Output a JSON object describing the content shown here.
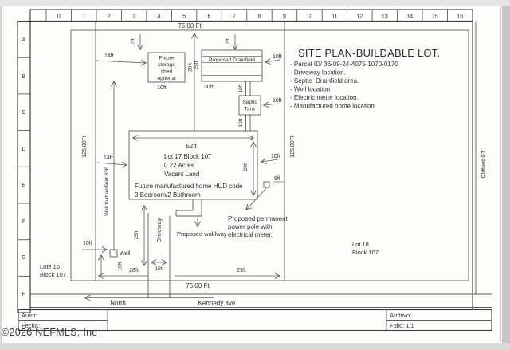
{
  "rulers": {
    "top": [
      "0",
      "1",
      "2",
      "3",
      "4",
      "5",
      "6",
      "7",
      "8",
      "9",
      "10",
      "11",
      "12",
      "13",
      "14",
      "15",
      "16"
    ],
    "left": [
      "A",
      "B",
      "C",
      "D",
      "E",
      "F",
      "G",
      "H"
    ]
  },
  "titlebox": {
    "title": "SITE PLAN-BUILDABLE LOT.",
    "n0": "- Parcel ID/ 36-09-24-4075-1070-0170",
    "n1": "- Driveway location.",
    "n2": "- Septic- Drainfield area.",
    "n3": "- Well location.",
    "n4": "- Electric meter location.",
    "n5": "- Manufactured home location."
  },
  "dims": {
    "top_width": "75.00 Ft",
    "bottom_width": "75.00 Ft",
    "left_depth": "125.00Ft",
    "right_depth": "125.00Ft",
    "shed_top": "7ft",
    "shed_left": "14ft",
    "shed_h": "20ft",
    "shed_w": "10ft",
    "df_top": "7ft",
    "df_h": "25ft",
    "df_w": "30ft",
    "df_right": "10ft",
    "pipe1": "10ft",
    "septic_right": "10ft",
    "pipe2": "10ft",
    "house_w": "52ft",
    "house_h": "28ft",
    "house_left": "14ft",
    "house_right": "10ft",
    "meter": "9ft",
    "wall": "Wall to drainfield 83F",
    "well_left": "10ft",
    "well_v": "10ft",
    "drv_len": "25ft",
    "drv_w": "18ft",
    "left_seg": "28ft",
    "right_seg": "29ft"
  },
  "labels": {
    "shed0": "Future",
    "shed1": "storage",
    "shed2": "shed",
    "shed3": "optional",
    "drainfield": "Proposed Drainfield",
    "septic0": "Septic",
    "septic1": "Tank",
    "house0": "Lot 17 Block 107",
    "house1": "0.22 Acres",
    "house2": "Vacant Land",
    "house3": "Future manufactured home HUD code",
    "house4": "3 Bedroom/2 Bathroom",
    "well": "Well",
    "driveway": "Driveway",
    "walkway": "Proposed waklway",
    "power0": "Proposed permanent",
    "power1": "power pole with",
    "power2": "electrical meter.",
    "lot16_0": "Lote 16",
    "lot16_1": "Block 107",
    "lot18_0": "Lot 18",
    "lot18_1": "Block 107",
    "clifford": "Clifford ST",
    "kennedy": "Kennedy ave",
    "north": "North"
  },
  "footer": {
    "autor": "Autor:",
    "fecha": "Fecha:",
    "archivo": "Archivo:",
    "folio": "Folio: 1/1"
  },
  "copyright": "©2026 NEFMLS, Inc"
}
